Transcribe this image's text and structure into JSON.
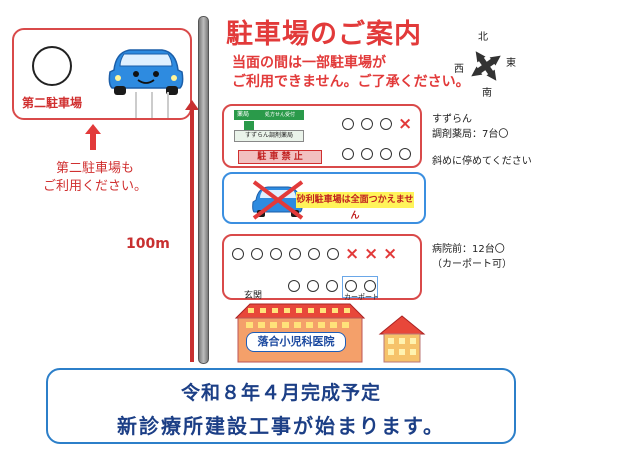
{
  "title": "駐車場のご案内",
  "subtitle_line1": "当面の間は一部駐車場が",
  "subtitle_line2": "ご利用できません。ご了承ください。",
  "compass": {
    "north": "北",
    "south": "南",
    "east": "東",
    "west": "西"
  },
  "second_parking": {
    "label": "第二駐車場",
    "note_line1": "第二駐車場も",
    "note_line2": "ご利用ください。"
  },
  "distance": "100m",
  "lot_a": {
    "pharmacy_sign": "薬局",
    "pharmacy_sign_sub": "処方せん受付",
    "pharmacy_name": "すずらん調剤薬局",
    "no_parking": "駐 車 禁 止",
    "row1": [
      "o",
      "o",
      "o",
      "x"
    ],
    "row2": [
      "o",
      "o",
      "o",
      "o"
    ],
    "note_line1": "すずらん",
    "note_line2": "調剤薬局：7台〇",
    "note_line3": "斜めに停めてください"
  },
  "lot_b": {
    "note": "砂利駐車場は全面つかえません"
  },
  "lot_c": {
    "row1": [
      "o",
      "o",
      "o",
      "o",
      "o",
      "o",
      "x",
      "x",
      "x"
    ],
    "row2": [
      "o",
      "o",
      "o",
      "o",
      "o"
    ],
    "entrance": "玄関",
    "carport_label": "カーポート",
    "note_line1": "病院前：12台〇",
    "note_line2": "（カーポート可）"
  },
  "clinic_name": "落合小児科医院",
  "announcement": {
    "line1": "令和８年４月完成予定",
    "line2": "新診療所建設工事が始まります。"
  },
  "colors": {
    "accent_red": "#e23a3a",
    "accent_blue": "#2c7fc9",
    "navy": "#1c3f86"
  }
}
